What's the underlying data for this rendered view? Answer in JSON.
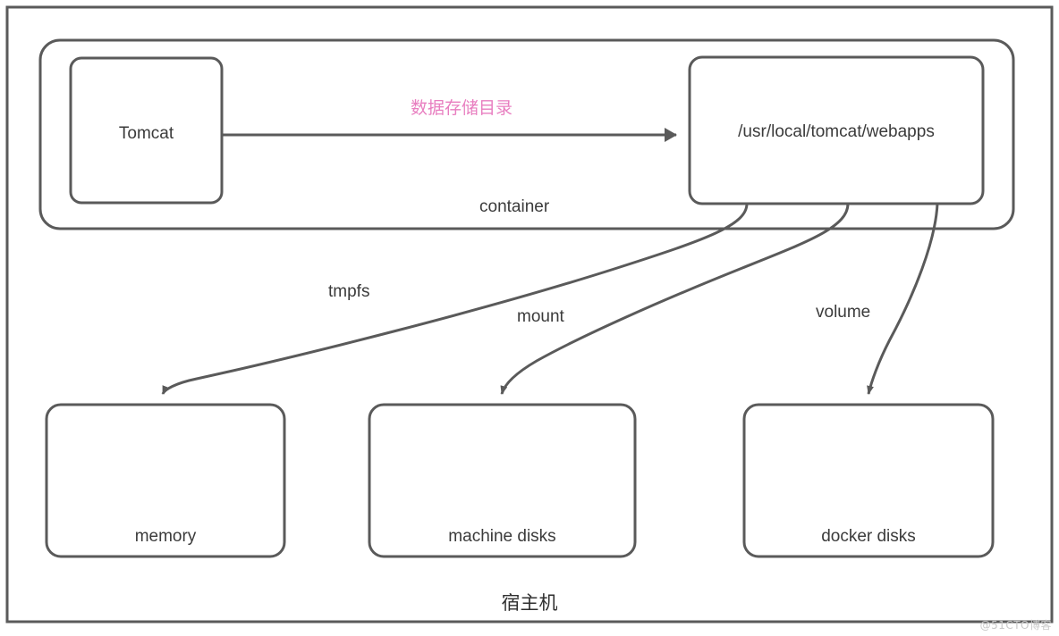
{
  "diagram": {
    "title_bottom": "宿主机",
    "outer_frame": {
      "name": "host-frame"
    },
    "container": {
      "label": "container",
      "boxes": [
        {
          "id": "tomcat",
          "label": "Tomcat"
        },
        {
          "id": "webapps",
          "label": "/usr/local/tomcat/webapps"
        }
      ],
      "arrow_label": "数据存储目录"
    },
    "storage_targets": [
      {
        "id": "memory",
        "label": "memory",
        "edge_label": "tmpfs"
      },
      {
        "id": "machine-disks",
        "label": "machine disks",
        "edge_label": "mount"
      },
      {
        "id": "docker-disks",
        "label": "docker disks",
        "edge_label": "volume"
      }
    ],
    "edges": [
      {
        "from": "webapps",
        "to": "memory",
        "label": "tmpfs"
      },
      {
        "from": "webapps",
        "to": "machine-disks",
        "label": "mount"
      },
      {
        "from": "webapps",
        "to": "docker-disks",
        "label": "volume"
      },
      {
        "from": "tomcat",
        "to": "webapps",
        "label": "数据存储目录"
      }
    ],
    "colors": {
      "stroke": "#5a5a5a",
      "text": "#3b3b3b",
      "accent_pink": "#e87ec0",
      "background": "#ffffff",
      "watermark": "#c9c9c9"
    },
    "watermark": "@51CTO博客"
  }
}
